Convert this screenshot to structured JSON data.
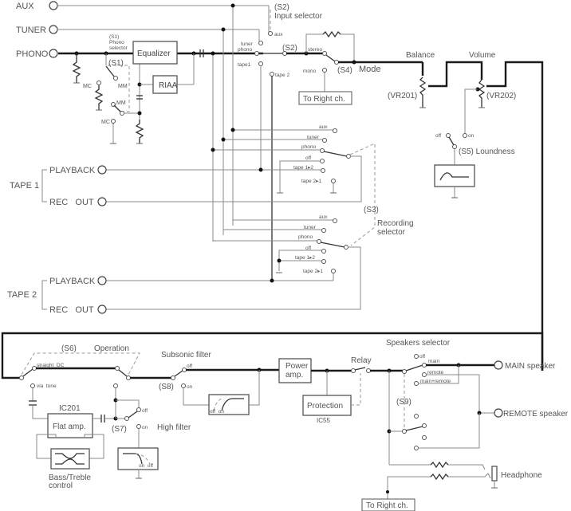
{
  "title": "Amplifier signal-flow block diagram (left channel)",
  "inputs": {
    "aux": "AUX",
    "tuner": "TUNER",
    "phono": "PHONO"
  },
  "phono_section": {
    "s1_label": "(S1)",
    "s1_caption": [
      "(S1)",
      "Phono",
      "selector"
    ],
    "mc": "MC",
    "mm": "MM",
    "equalizer": "Equalizer",
    "riaa": "RIAA"
  },
  "input_selector": {
    "name_id": "(S2)",
    "name": "Input selector",
    "switch_id": "(S2)",
    "positions": [
      "aux",
      "tuner",
      "phono",
      "tape1",
      "tape 2"
    ]
  },
  "mode": {
    "stereo": "stereo",
    "mono": "mono",
    "switch_id": "(S4)",
    "name": "Mode",
    "to_right": "To Right ch."
  },
  "balance": {
    "label": "Balance",
    "id": "(VR201)"
  },
  "volume": {
    "label": "Volume",
    "id": "(VR202)"
  },
  "loudness": {
    "off": "off",
    "on": "on",
    "label": "(S5) Loundness"
  },
  "tape1": {
    "name": "TAPE 1",
    "playback": "PLAYBACK",
    "rec_out": "REC   OUT"
  },
  "tape2": {
    "name": "TAPE 2",
    "playback": "PLAYBACK",
    "rec_out": "REC   OUT"
  },
  "recording_selector": {
    "id": "(S3)",
    "name": [
      "Recording",
      "selector"
    ],
    "positions": [
      "aux",
      "tuner",
      "phono",
      "off",
      "tape 1▸2",
      "tape 2▸1"
    ]
  },
  "operation": {
    "id": "(S6)",
    "name": "Operation",
    "straight_dc": "straight  DC",
    "via_tone": "via  tone"
  },
  "tone": {
    "ic": "IC201",
    "flat_amp": "Flat amp.",
    "bass_treble": [
      "Bass/Treble",
      "control"
    ]
  },
  "high_filter": {
    "id": "(S7)",
    "off": "off",
    "on": "on",
    "name": "High filter",
    "curve_labels": "on  off"
  },
  "subsonic_filter": {
    "name": "Subsonic filter",
    "id": "(S8)",
    "off": "off",
    "on": "on",
    "curve_labels": "off  on"
  },
  "power": {
    "power_amp": [
      "Power",
      "amp."
    ],
    "protection": "Protection",
    "protection_ic": "IC55",
    "relay": "Relay"
  },
  "speakers": {
    "name": "Speakers selector",
    "id": "(S9)",
    "positions": [
      "off",
      "main",
      "remote",
      "main+remote"
    ],
    "main_speaker": "MAIN speaker",
    "remote_speaker": "REMOTE speaker",
    "headphone": "Headphone",
    "to_right": "To Right ch."
  }
}
